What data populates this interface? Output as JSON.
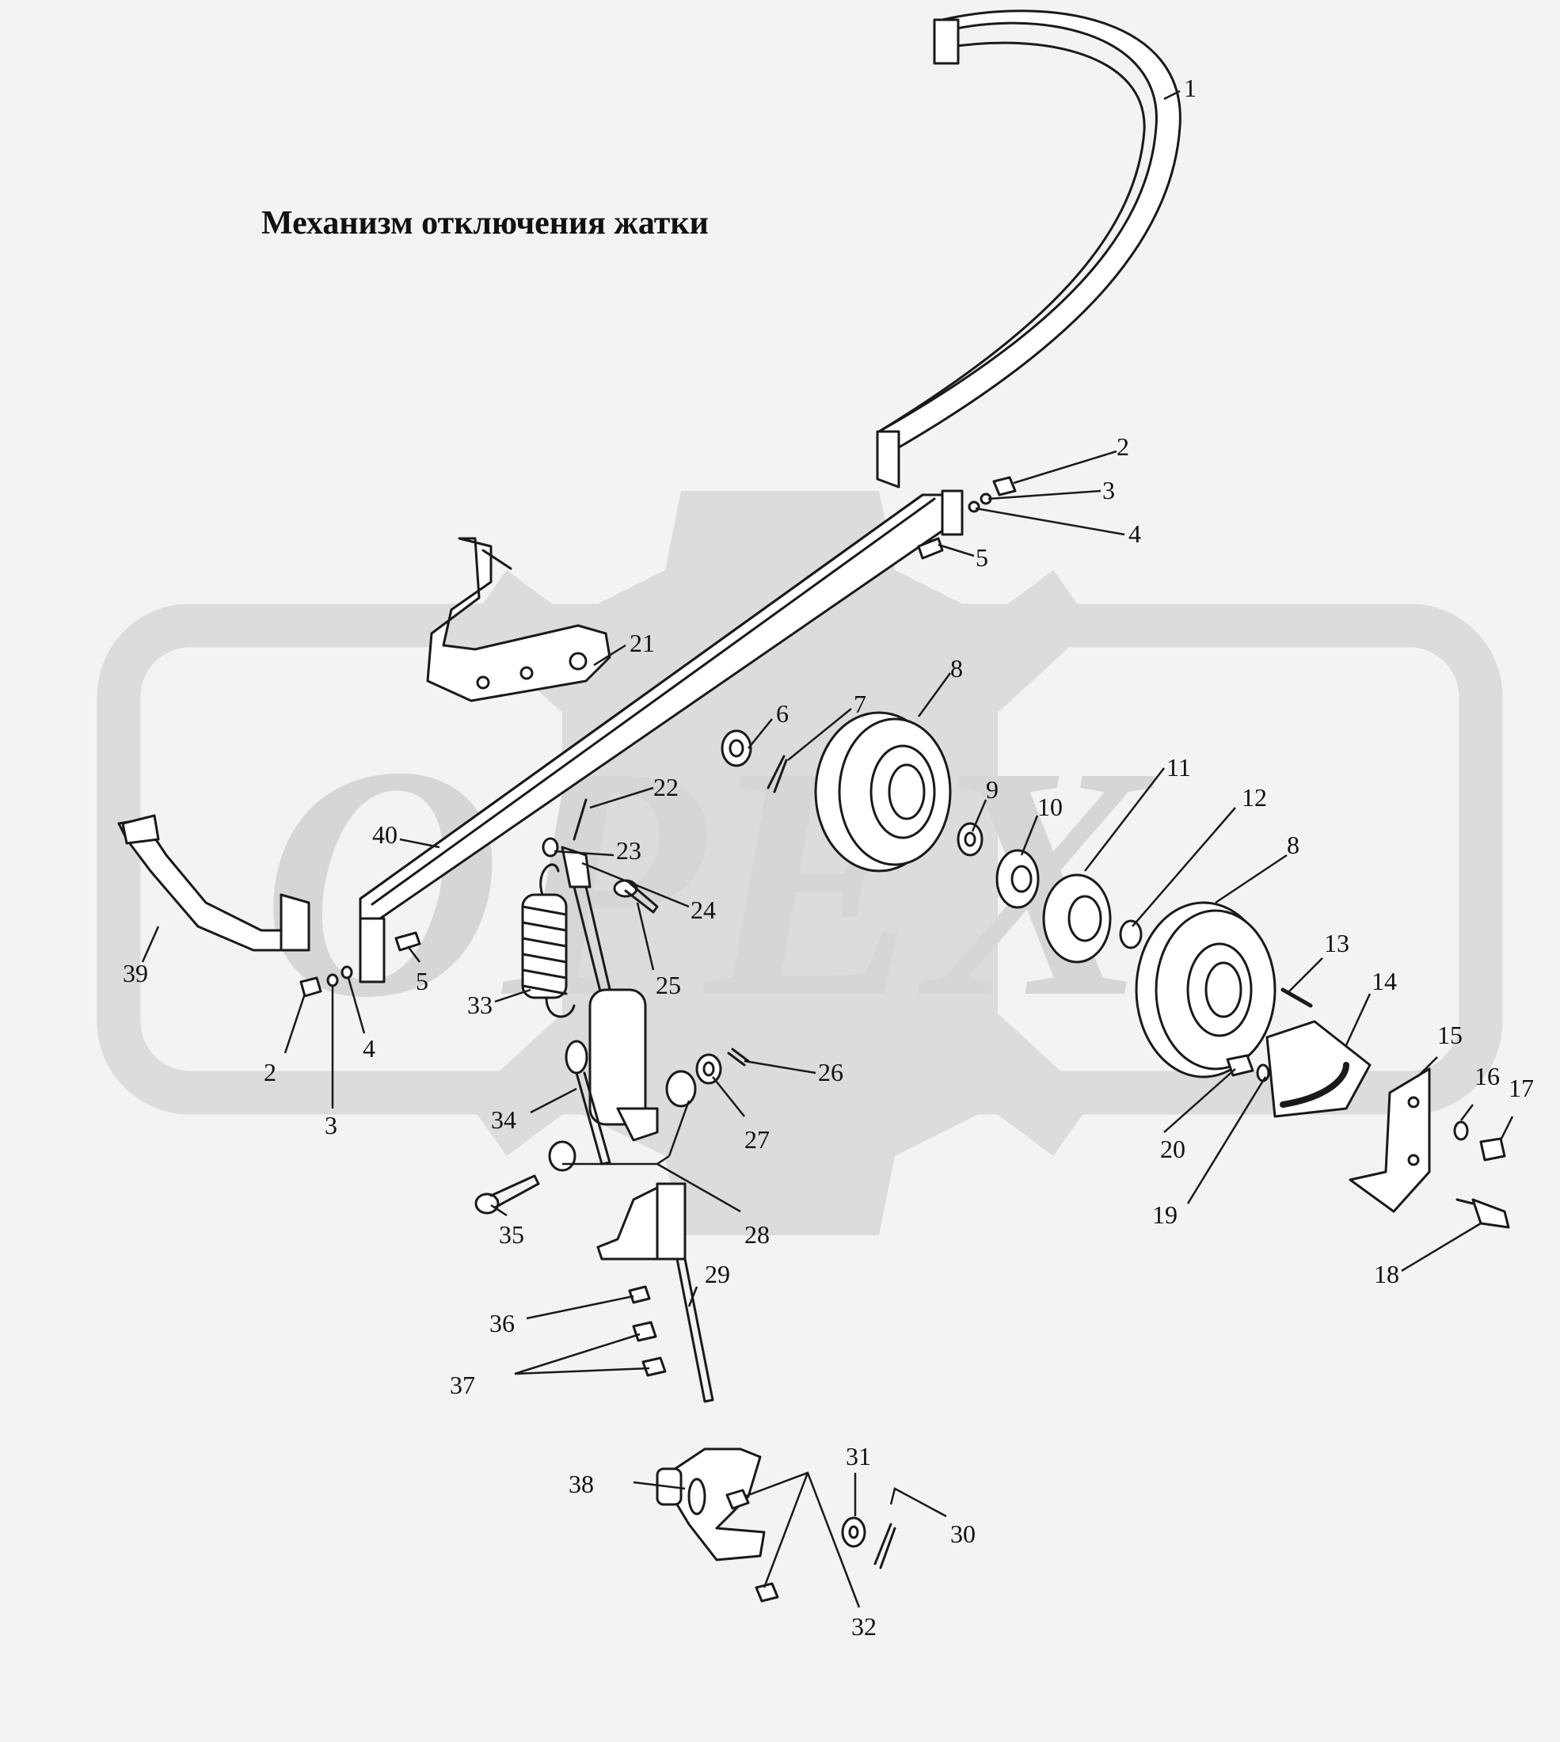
{
  "title": "Механизм отключения жатки",
  "watermark": {
    "text": "OPEX",
    "color": "#dcdcdb"
  },
  "colors": {
    "line": "#1a1a1a",
    "part_fill": "#ffffff",
    "background": "#f3f3f1"
  },
  "callouts": [
    {
      "id": "c1",
      "text": "1"
    },
    {
      "id": "c2a",
      "text": "2"
    },
    {
      "id": "c3a",
      "text": "3"
    },
    {
      "id": "c4a",
      "text": "4"
    },
    {
      "id": "c5a",
      "text": "5"
    },
    {
      "id": "c21",
      "text": "21"
    },
    {
      "id": "c8a",
      "text": "8"
    },
    {
      "id": "c6",
      "text": "6"
    },
    {
      "id": "c7",
      "text": "7"
    },
    {
      "id": "c11",
      "text": "11"
    },
    {
      "id": "c12",
      "text": "12"
    },
    {
      "id": "c9",
      "text": "9"
    },
    {
      "id": "c10",
      "text": "10"
    },
    {
      "id": "c8b",
      "text": "8"
    },
    {
      "id": "c22",
      "text": "22"
    },
    {
      "id": "c23",
      "text": "23"
    },
    {
      "id": "c24",
      "text": "24"
    },
    {
      "id": "c40",
      "text": "40"
    },
    {
      "id": "c13",
      "text": "13"
    },
    {
      "id": "c14",
      "text": "14"
    },
    {
      "id": "c25",
      "text": "25"
    },
    {
      "id": "c5b",
      "text": "5"
    },
    {
      "id": "c39",
      "text": "39"
    },
    {
      "id": "c33",
      "text": "33"
    },
    {
      "id": "c15",
      "text": "15"
    },
    {
      "id": "c4b",
      "text": "4"
    },
    {
      "id": "c2b",
      "text": "2"
    },
    {
      "id": "c26",
      "text": "26"
    },
    {
      "id": "c16",
      "text": "16"
    },
    {
      "id": "c17",
      "text": "17"
    },
    {
      "id": "c3b",
      "text": "3"
    },
    {
      "id": "c34",
      "text": "34"
    },
    {
      "id": "c27",
      "text": "27"
    },
    {
      "id": "c20",
      "text": "20"
    },
    {
      "id": "c19",
      "text": "19"
    },
    {
      "id": "c35",
      "text": "35"
    },
    {
      "id": "c28",
      "text": "28"
    },
    {
      "id": "c18",
      "text": "18"
    },
    {
      "id": "c29",
      "text": "29"
    },
    {
      "id": "c36",
      "text": "36"
    },
    {
      "id": "c37",
      "text": "37"
    },
    {
      "id": "c31",
      "text": "31"
    },
    {
      "id": "c38",
      "text": "38"
    },
    {
      "id": "c30",
      "text": "30"
    },
    {
      "id": "c32",
      "text": "32"
    }
  ]
}
